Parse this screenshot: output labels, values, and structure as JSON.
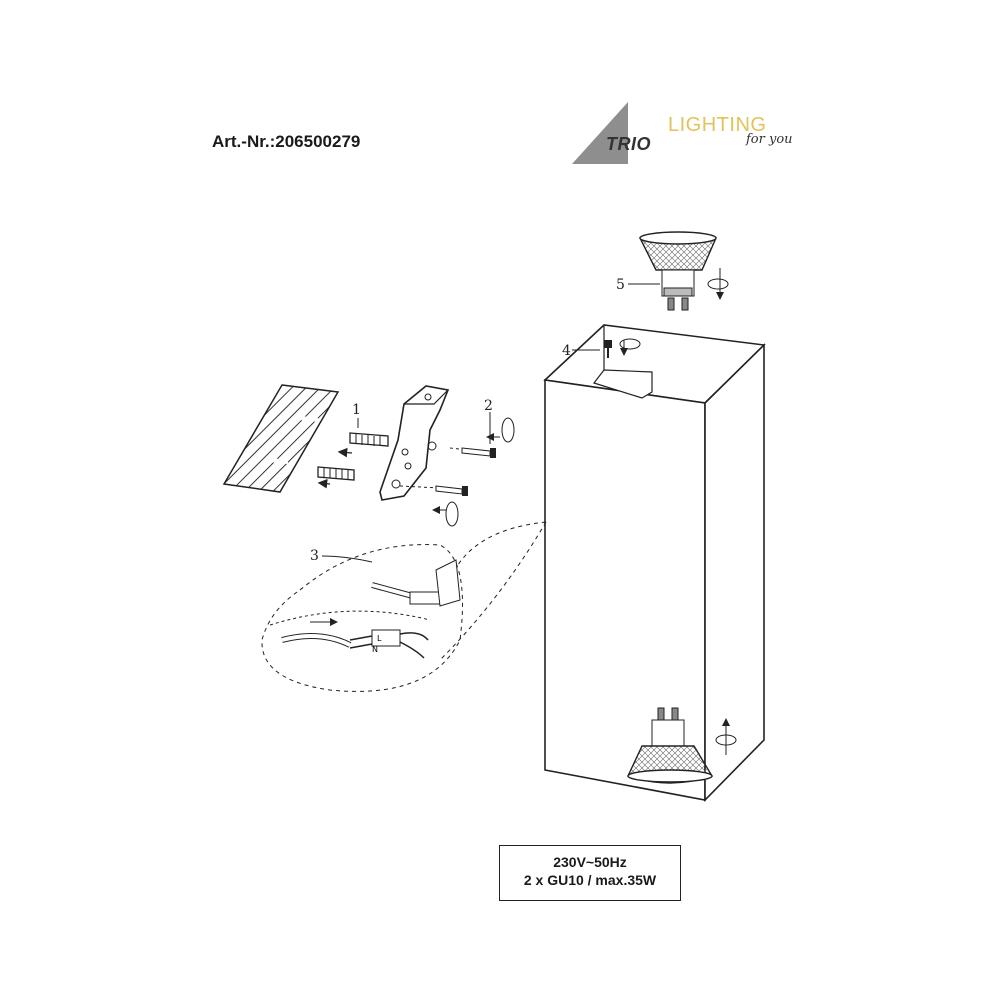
{
  "header": {
    "article_number": "Art.-Nr.:206500279"
  },
  "logo": {
    "brand_word": "TRIO",
    "lighting_word": "LIGHTING",
    "tagline": "for you",
    "accent_color": "#e3c25a"
  },
  "callouts": {
    "part_1": "1",
    "part_2": "2",
    "part_3": "3",
    "part_4": "4",
    "part_5": "5",
    "terminal_l": "L",
    "terminal_n": "N"
  },
  "spec": {
    "voltage": "230V~50Hz",
    "bulbs": "2 x GU10 / max.35W"
  },
  "icons": [
    "rotate-arrow-icon",
    "push-arrow-icon"
  ]
}
